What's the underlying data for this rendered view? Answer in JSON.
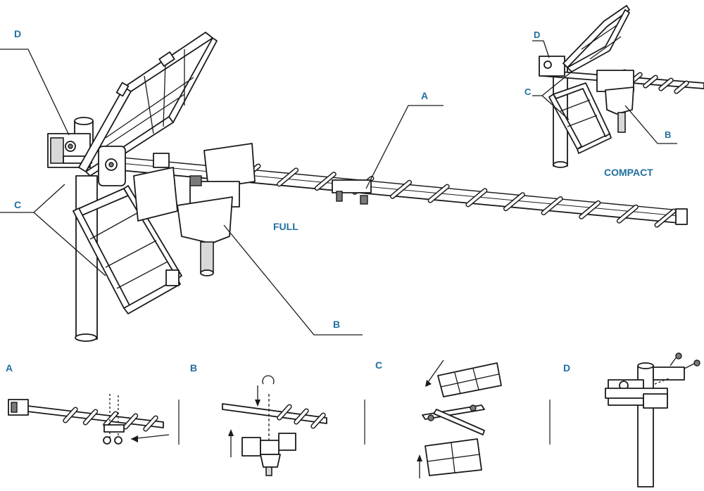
{
  "main_view": {
    "callout_a": "A",
    "callout_b": "B",
    "callout_c": "C",
    "callout_d": "D",
    "caption": "FULL"
  },
  "compact_view": {
    "callout_b": "B",
    "callout_c": "C",
    "callout_d": "D",
    "caption": "COMPACT"
  },
  "steps": [
    {
      "label": "A"
    },
    {
      "label": "B"
    },
    {
      "label": "C"
    },
    {
      "label": "D"
    }
  ],
  "colors": {
    "label": "#1f6f9f",
    "line": "#1a1a1a"
  }
}
